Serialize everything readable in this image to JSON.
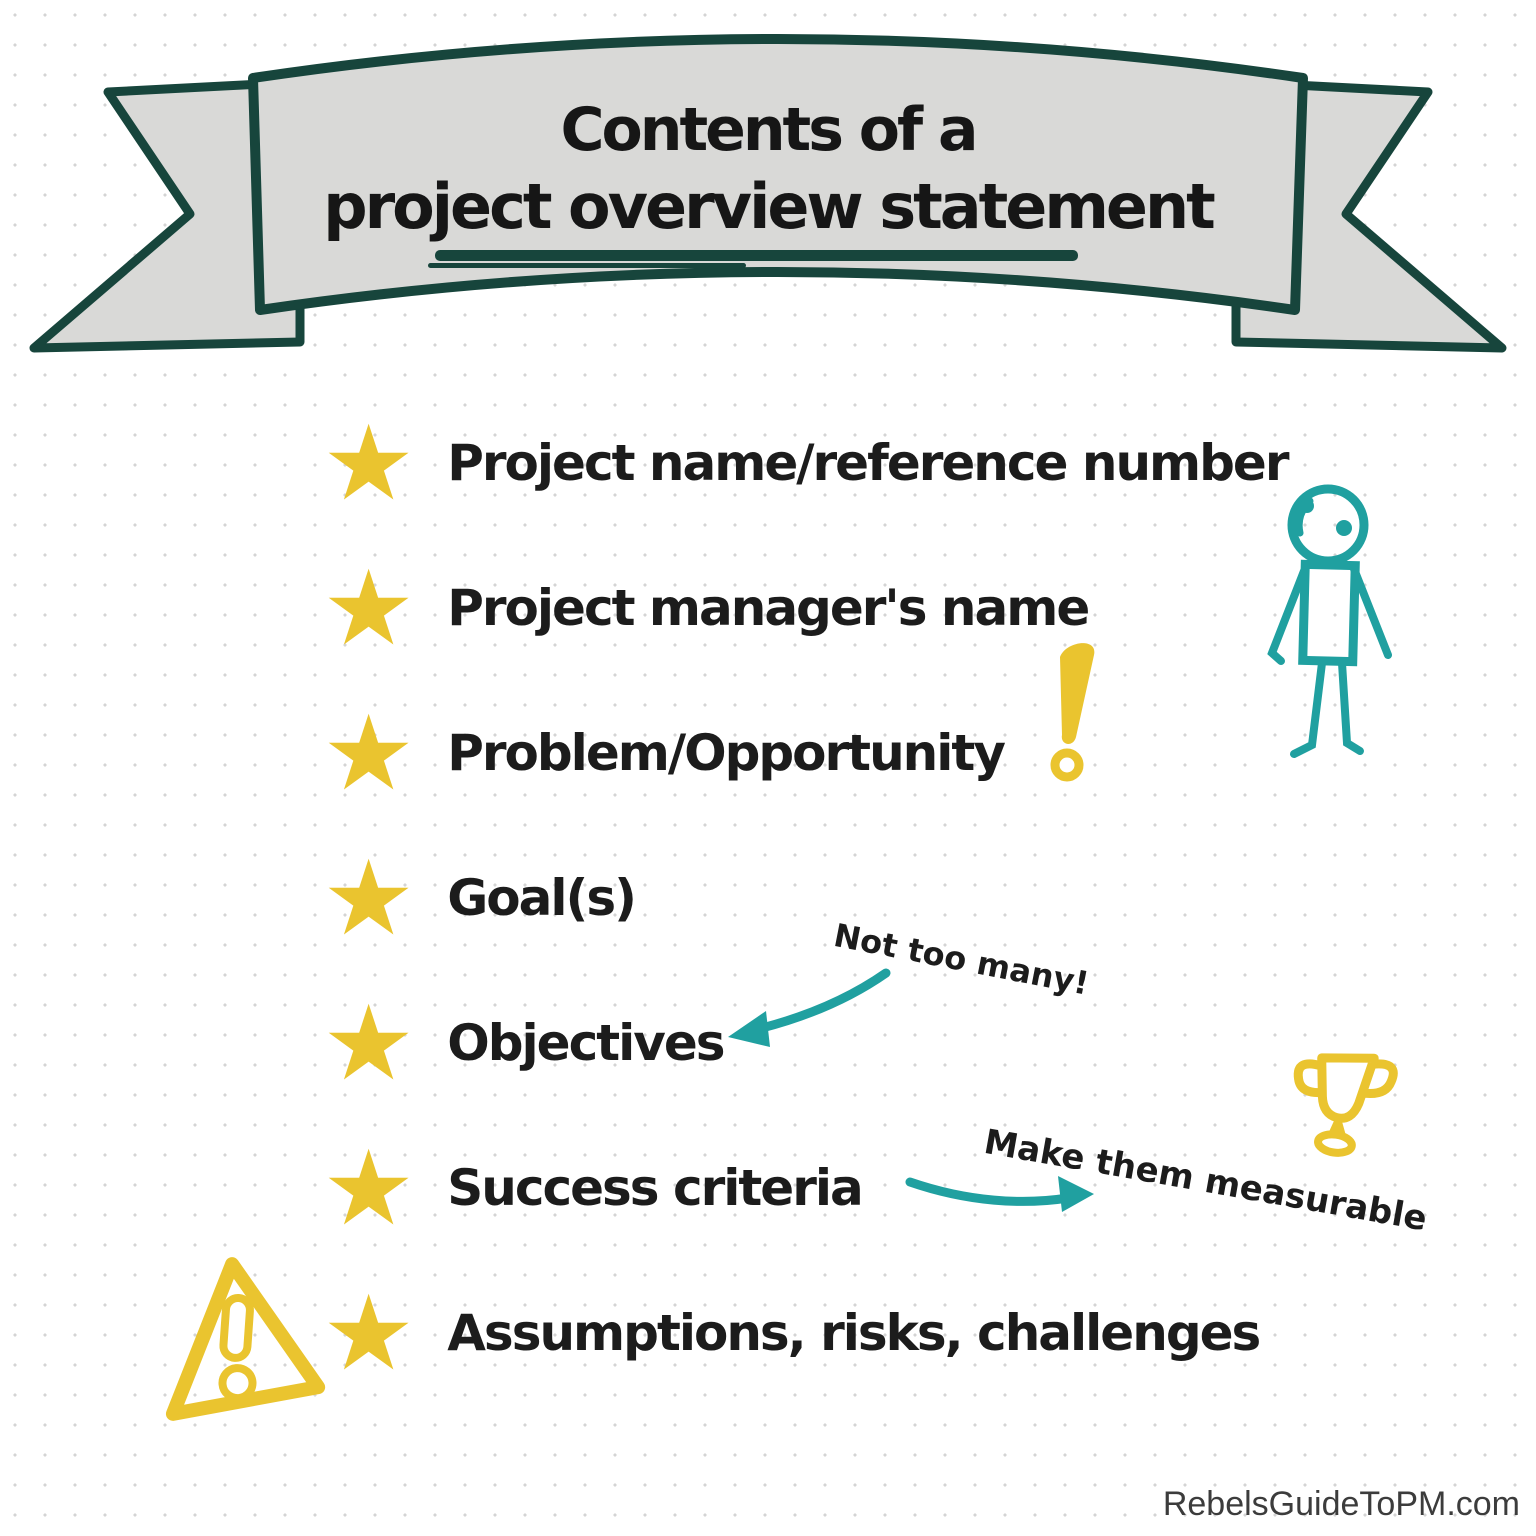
{
  "banner": {
    "title_line_1": "Contents of a",
    "title_line_2": "project overview statement"
  },
  "list_items": [
    "Project name/reference number",
    "Project manager's name",
    "Problem/Opportunity",
    "Goal(s)",
    "Objectives",
    "Success criteria",
    "Assumptions, risks, challenges"
  ],
  "annotations": {
    "objectives_note": "Not too many!",
    "success_criteria_note": "Make them measurable"
  },
  "footer": {
    "watermark": "RebelsGuideToPM.com"
  },
  "icons": {
    "star_glyph": "★",
    "bullet": "star-icon",
    "problem_marker": "exclamation-icon",
    "person": "stick-figure-icon",
    "award": "trophy-icon",
    "risk": "warning-triangle-icon"
  },
  "colors": {
    "gold": "#EAC42F",
    "teal": "#20A0A0",
    "dark_teal": "#17453C",
    "banner_fill": "#D9D9D7",
    "ink": "#1C1C1C",
    "watermark_gray": "#3C3C3C"
  }
}
